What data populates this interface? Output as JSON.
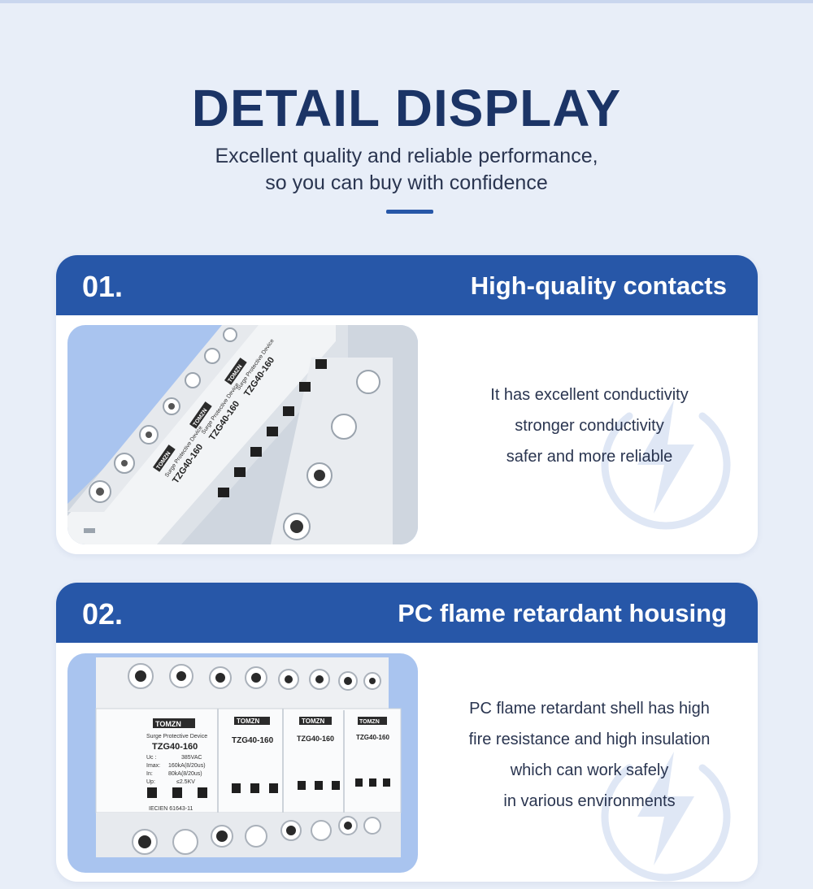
{
  "header": {
    "title": "DETAIL DISPLAY",
    "subtitle_line1": "Excellent quality and reliable performance,",
    "subtitle_line2": "so you can buy with confidence"
  },
  "sections": [
    {
      "number": "01.",
      "title": "High-quality contacts",
      "lines": [
        "It has excellent conductivity",
        "stronger conductivity",
        "safer and more reliable"
      ],
      "icon": "lightning-bolt-icon"
    },
    {
      "number": "02.",
      "title": "PC flame retardant housing",
      "lines": [
        "PC flame retardant shell has high",
        "fire resistance and high insulation",
        "which can work safely",
        "in various environments"
      ],
      "icon": "lightning-bolt-icon"
    }
  ],
  "product": {
    "brand": "TOMZN",
    "type": "Surge Protective Device",
    "model": "TZG40-160",
    "uc_label": "Uc :",
    "uc_value": "385VAC",
    "imax_label": "Imax:",
    "imax_value": "160kA(8/20us)",
    "in_label": "In:",
    "in_value": "80kA(8/20us)",
    "up_label": "Up:",
    "up_value": "≤2.5KV",
    "standard": "IECIEN 61643-11"
  },
  "colors": {
    "background": "#e8eef8",
    "accent": "#2757a8",
    "title": "#1b3466",
    "photo_bg": "#a9c4ef"
  }
}
